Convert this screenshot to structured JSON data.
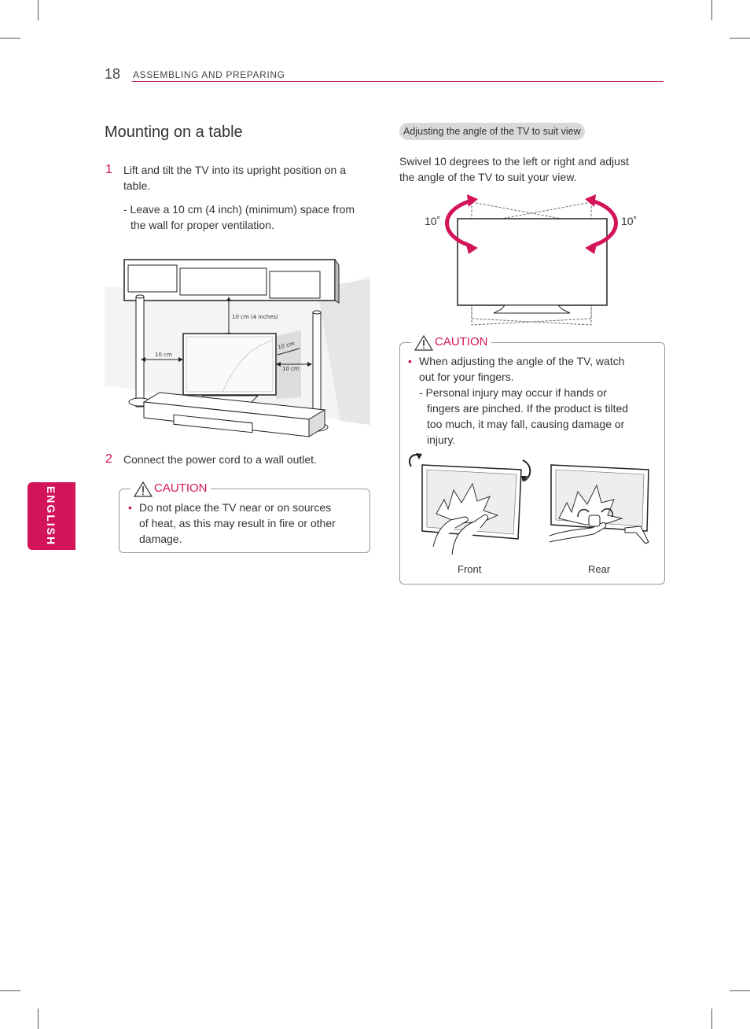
{
  "header": {
    "page_number": "18",
    "section": "ASSEMBLING AND PREPARING"
  },
  "language_tab": "ENGLISH",
  "left": {
    "title": "Mounting on a table",
    "step1": {
      "number": "1",
      "line1": "Lift and tilt the TV into its upright position on a",
      "line2": "table.",
      "sub1": "- Leave a 10 cm (4 inch) (minimum) space from",
      "sub2": "the wall for proper ventilation."
    },
    "diagram": {
      "top_label": "10 cm (4 inches)",
      "left_label": "10 cm",
      "right_label1": "10 cm",
      "right_label2": "10 cm"
    },
    "step2": {
      "number": "2",
      "text": "Connect the power cord to a wall outlet."
    },
    "caution": {
      "title": "CAUTION",
      "bullet": "•",
      "line1": "Do not place the TV near or on sources",
      "line2": "of heat, as this may result in fire or other",
      "line3": "damage."
    }
  },
  "right": {
    "pill": "Adjusting the angle of the TV to suit view",
    "intro1": "Swivel 10 degrees to the left or right and adjust",
    "intro2": "the angle of the TV to suit your view.",
    "angle_left": "10˚",
    "angle_right": "10˚",
    "caution": {
      "title": "CAUTION",
      "bullet": "•",
      "line1": "When adjusting the angle of the TV, watch",
      "line2": "out for your fingers.",
      "sub1": "- Personal injury may occur if hands or",
      "sub2": "fingers are pinched. If the product is tilted",
      "sub3": "too much, it may fall, causing damage or",
      "sub4": "injury.",
      "front_label": "Front",
      "rear_label": "Rear"
    }
  },
  "colors": {
    "accent": "#d4145a",
    "rule": "#b5175a",
    "pill": "#d9d9d9"
  }
}
